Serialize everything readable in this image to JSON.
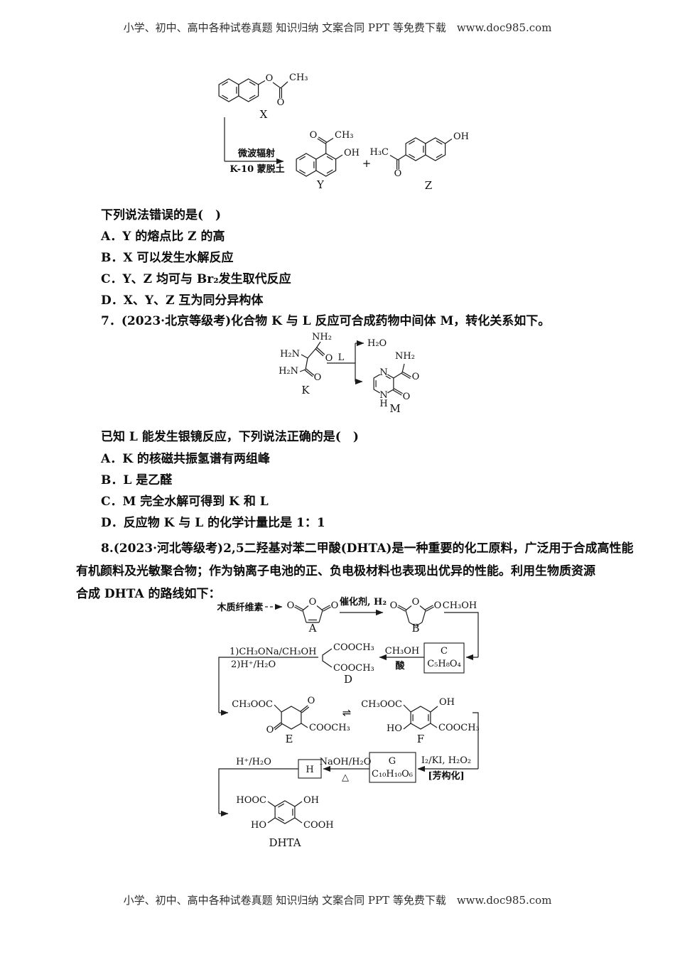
{
  "page": {
    "header": "小学、初中、高中各种试卷真题 知识归纳 文案合同 PPT 等免费下载　www.doc985.com",
    "footer": "小学、初中、高中各种试卷真题 知识归纳 文案合同 PPT 等免费下载　www.doc985.com"
  },
  "chem": {
    "atoms": {
      "O": "O",
      "OH": "OH",
      "HO": "HO",
      "CH3": "CH₃",
      "H3C": "H₃C",
      "NH2": "NH₂",
      "H2N": "H₂N",
      "N": "N",
      "H": "H",
      "H2O": "H₂O",
      "COOCH3": "COOCH₃",
      "CH3OOC": "CH₃OOC",
      "HOOC": "HOOC",
      "COOH": "COOH"
    },
    "labels": {
      "X": "X",
      "Y": "Y",
      "Z": "Z",
      "K": "K",
      "L": "L",
      "M": "M",
      "A": "A",
      "B": "B",
      "C": "C",
      "D": "D",
      "E": "E",
      "F": "F",
      "G": "G",
      "H": "H",
      "DHTA": "DHTA",
      "C5H8O4": "C₅H₈O₄",
      "C10H10O6": "C₁₀H₁₀O₆",
      "plus": "+",
      "equil": "⇌"
    },
    "reagents": {
      "microwave": "微波辐射",
      "k10": "K-10 蒙脱土",
      "lignin": "木质纤维素",
      "cat_h2": "催化剂, H₂",
      "ch3oh": "CH₃OH",
      "acid": "酸",
      "step1": "1)CH₃ONa/CH₃OH",
      "step2": "2)H⁺/H₂O",
      "i2ki": "I₂/KI, H₂O₂",
      "aromatize": "[芳构化]",
      "naoh": "NaOH/H₂O",
      "delta": "△",
      "h_h2o": "H⁺/H₂O"
    }
  },
  "q6": {
    "stem": "下列说法错误的是(　)",
    "options": [
      "A．Y 的熔点比 Z 的高",
      "B．X 可以发生水解反应",
      "C．Y、Z 均可与 Br₂发生取代反应",
      "D．X、Y、Z 互为同分异构体"
    ]
  },
  "q7": {
    "intro": "7．(2023·北京等级考)化合物 K 与 L 反应可合成药物中间体 M，转化关系如下。",
    "known": "已知 L 能发生银镜反应，下列说法正确的是(　)",
    "options": [
      "A．K 的核磁共振氢谱有两组峰",
      "B．L 是乙醛",
      "C．M 完全水解可得到 K 和 L",
      "D．反应物 K 与 L 的化学计量比是 1：1"
    ]
  },
  "q8": {
    "line1": "8.(2023·河北等级考)2,5二羟基对苯二甲酸(DHTA)是一种重要的化工原料，广泛用于合成高性能",
    "line2": "有机颜料及光敏聚合物；作为钠离子电池的正、负电极材料也表现出优异的性能。利用生物质资源",
    "line3": "合成 DHTA 的路线如下："
  }
}
